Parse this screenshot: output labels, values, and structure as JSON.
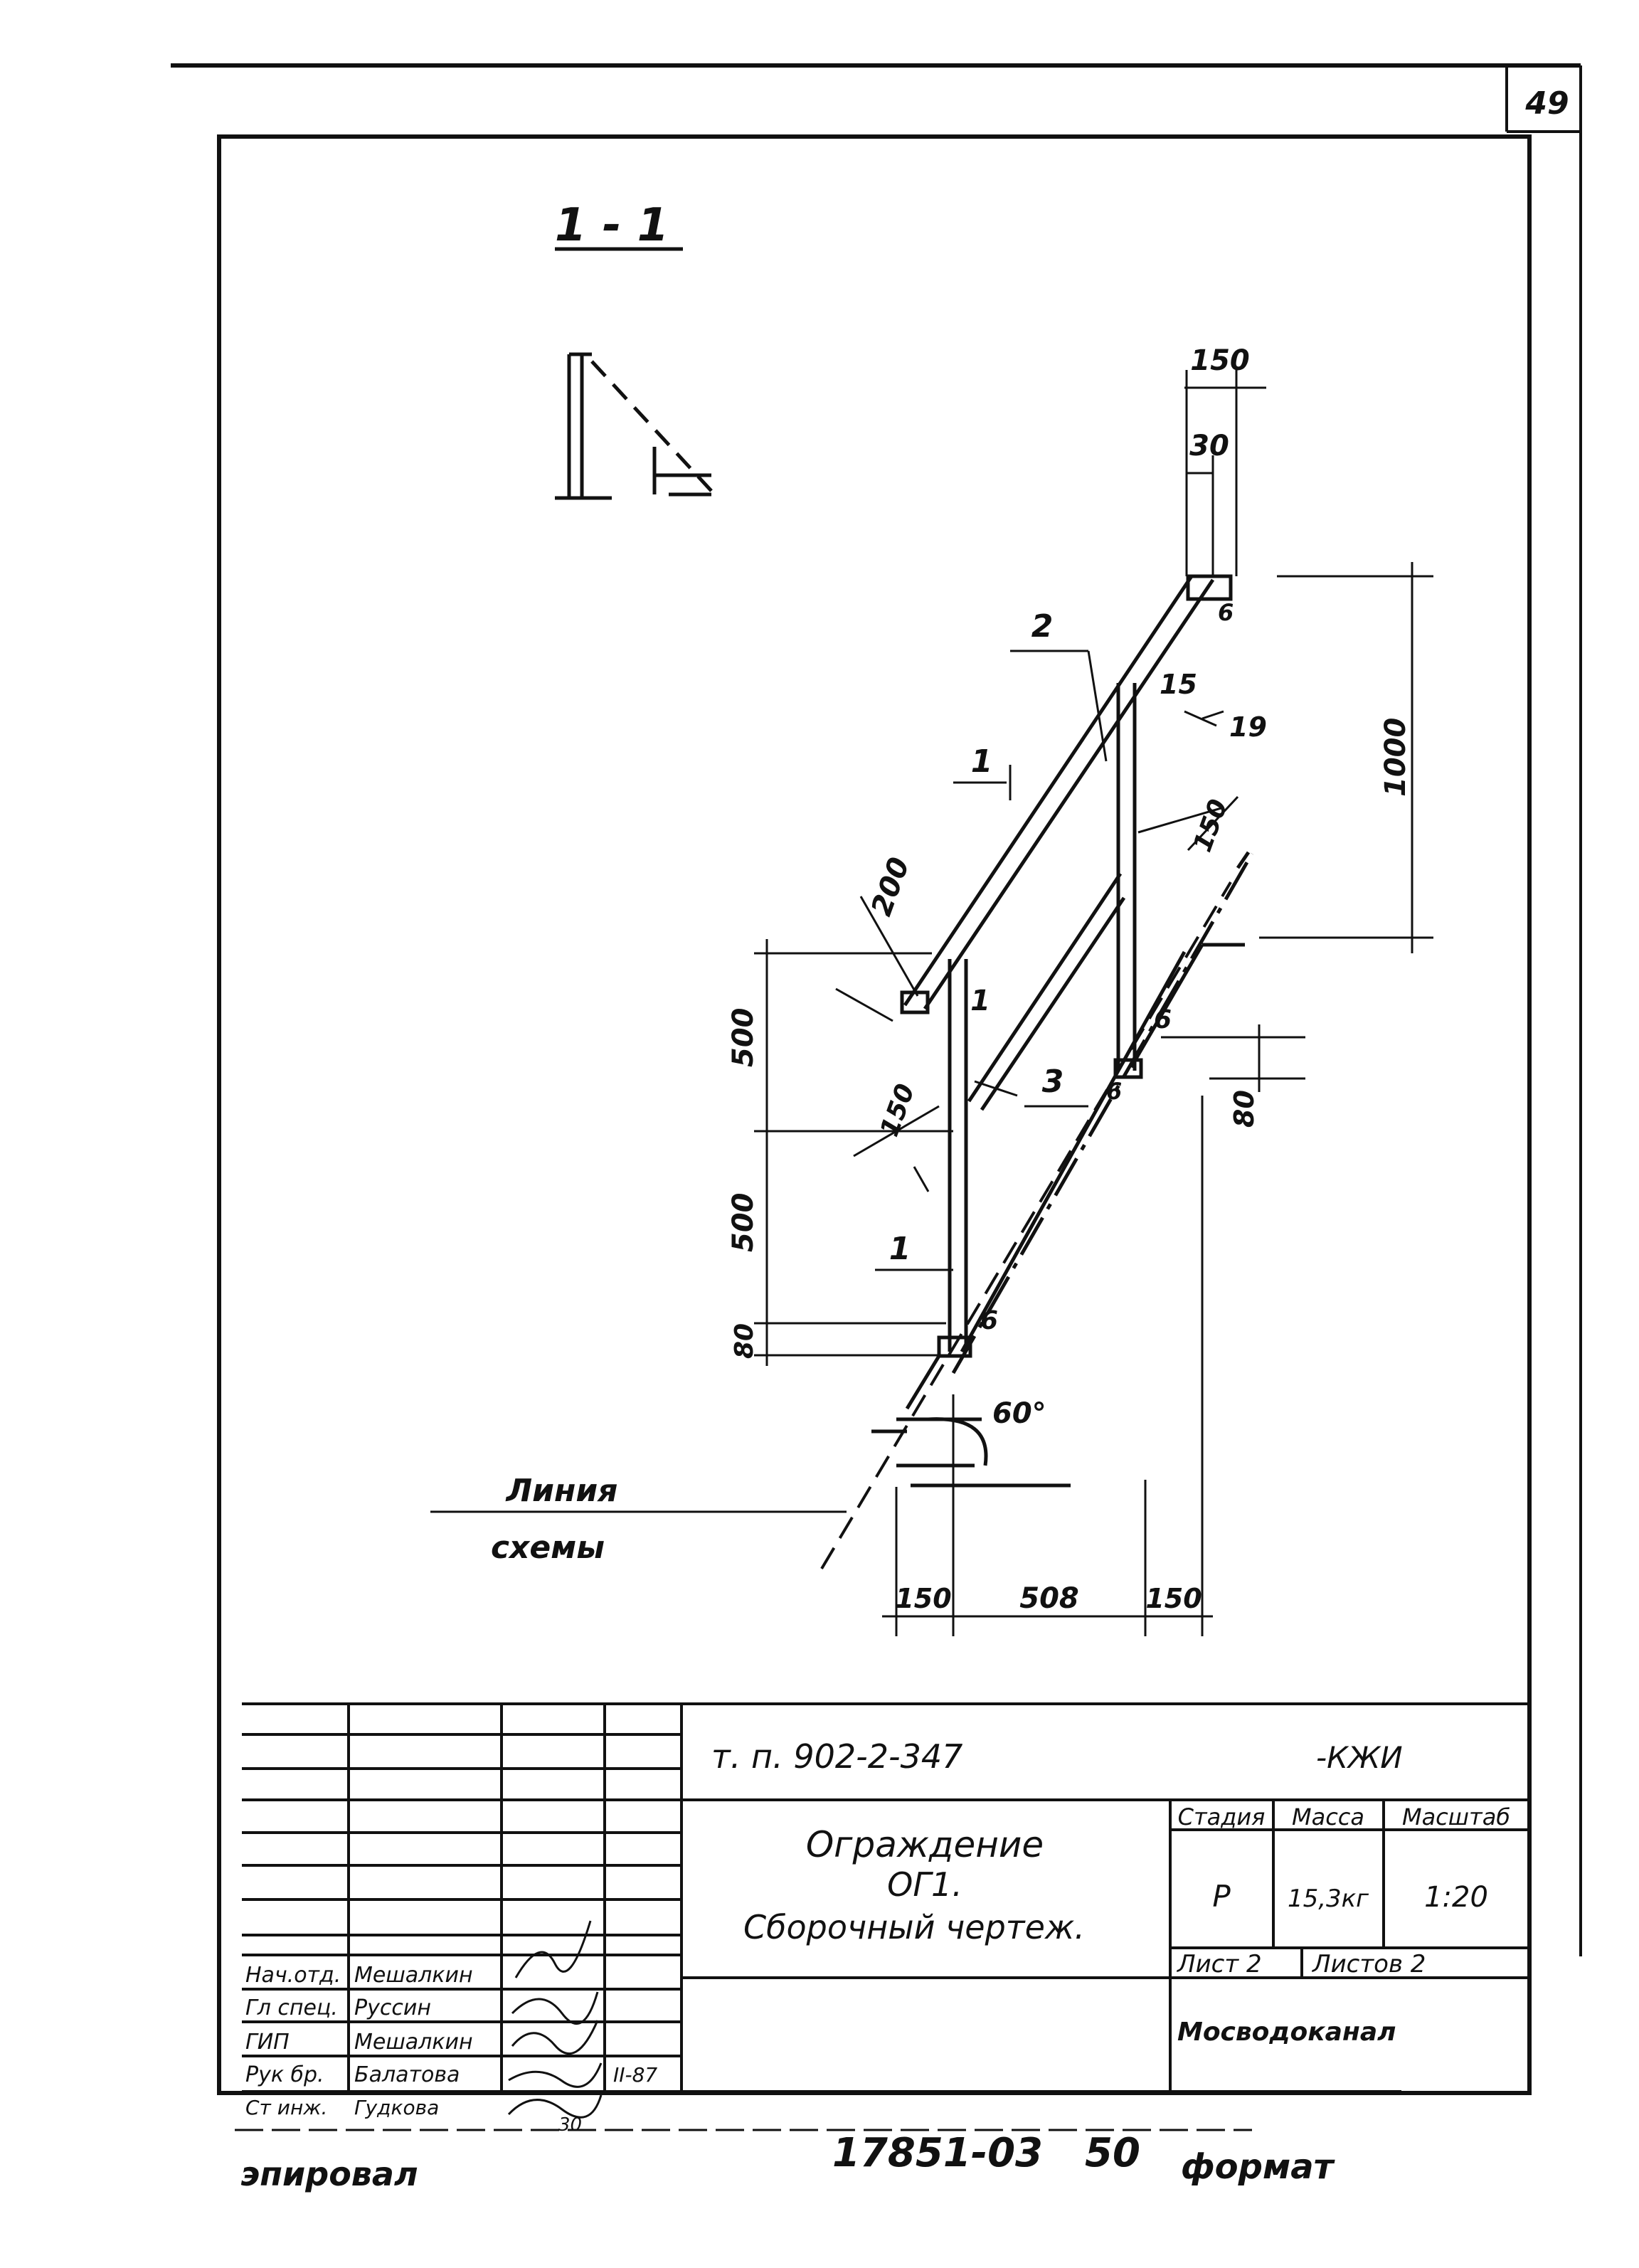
{
  "sheet": {
    "page_number": "49",
    "section_label": "1 - 1",
    "format_label": "формат",
    "copied_label": "эпировал",
    "inventory_number": "17851-03",
    "inventory_suffix": "50"
  },
  "drawing": {
    "dimensions": {
      "top_150": "150",
      "top_30": "30",
      "d_15": "15",
      "d_19": "19",
      "d_150_right": "150",
      "d_1000": "1000",
      "d_200": "200",
      "d_500_top": "500",
      "d_500_bottom": "500",
      "d_150_left": "150",
      "d_80_left": "80",
      "d_80_right": "80",
      "angle_60": "60°",
      "bottom_150_left": "150",
      "bottom_508": "508",
      "bottom_150_right": "150"
    },
    "callouts": {
      "pos_1_top": "1",
      "pos_1_lower": "1",
      "pos_2": "2",
      "pos_3": "3",
      "section_mark": "1",
      "weld_6_top": "6",
      "weld_6_mid": "6",
      "weld_6_low": "6",
      "weld_6_bottom": "6"
    },
    "schema_line_label_1": "Линия",
    "schema_line_label_2": "схемы"
  },
  "title_block": {
    "document_code": "т. п. 902-2-347",
    "suffix": "-КЖИ",
    "title_line1": "Ограждение",
    "title_line2": "ОГ1.",
    "title_line3": "Сборочный   чертеж.",
    "stage_header": "Стадия",
    "mass_header": "Масса",
    "scale_header": "Масштаб",
    "stage_value": "Р",
    "mass_value": "15,3кг",
    "scale_value": "1:20",
    "sheet_label": "Лист 2",
    "sheets_label": "Листов 2",
    "organization": "Мосводоканал",
    "signatures": [
      {
        "role": "Нач.отд.",
        "name": "Мешалкин"
      },
      {
        "role": "Гл спец.",
        "name": "Руссин"
      },
      {
        "role": "ГИП",
        "name": "Мешалкин"
      },
      {
        "role": "Рук бр.",
        "name": "Балатова"
      },
      {
        "role": "Ст инж.",
        "name": "Гудкова"
      }
    ],
    "date_mark": "II-87",
    "date_mark2": "30"
  }
}
